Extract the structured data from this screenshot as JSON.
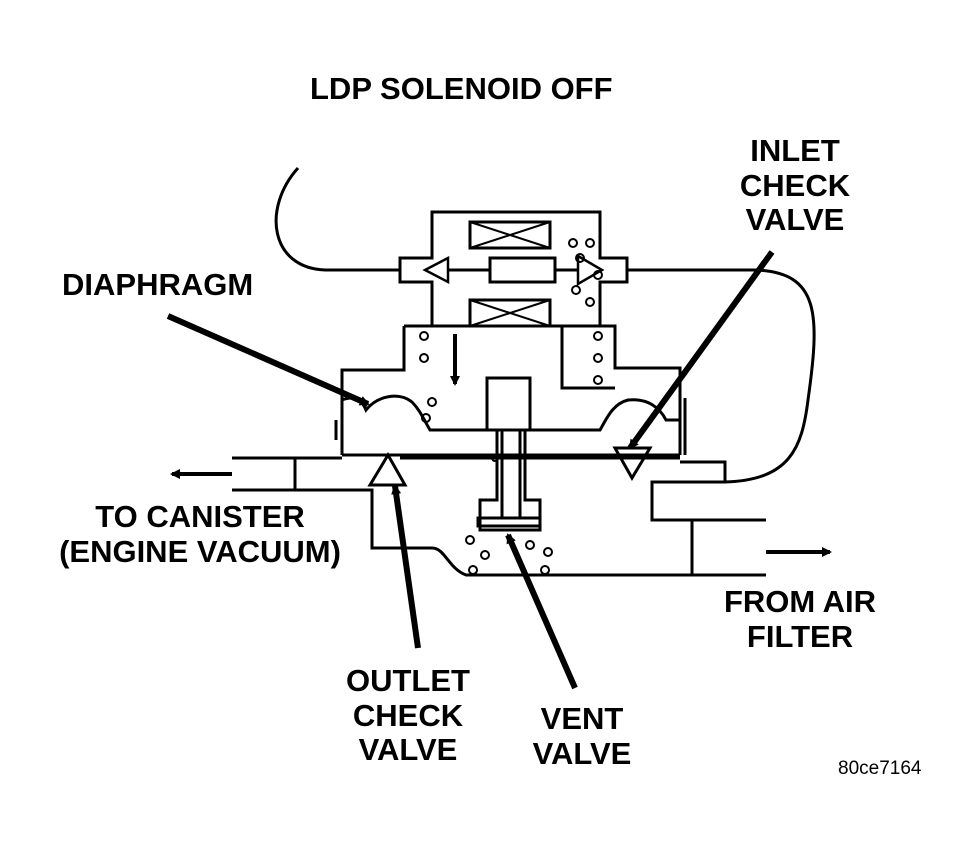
{
  "title": "LDP SOLENOID OFF",
  "labels": {
    "inlet_check_valve": [
      "INLET",
      "CHECK",
      "VALVE"
    ],
    "diaphragm": "DIAPHRAGM",
    "to_canister": [
      "TO CANISTER",
      "(ENGINE VACUUM)"
    ],
    "from_air_filter": [
      "FROM AIR",
      "FILTER"
    ],
    "outlet_check_valve": [
      "OUTLET",
      "CHECK",
      "VALVE"
    ],
    "vent_valve": [
      "VENT",
      "VALVE"
    ]
  },
  "figure_id": "80ce7164",
  "colors": {
    "ink": "#000000",
    "paper": "#ffffff"
  }
}
